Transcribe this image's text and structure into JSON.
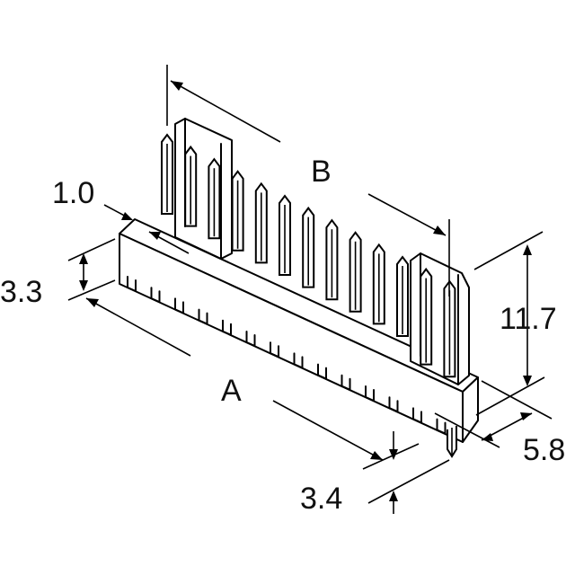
{
  "drawing": {
    "subject": "pin header connector",
    "dimensions": {
      "b": "B",
      "a": "A",
      "pitch": "1.0",
      "height_body": "3.3",
      "height_total": "11.7",
      "depth": "5.8",
      "pin_tail": "3.4"
    },
    "line_color": "#000000",
    "background": "#ffffff"
  }
}
